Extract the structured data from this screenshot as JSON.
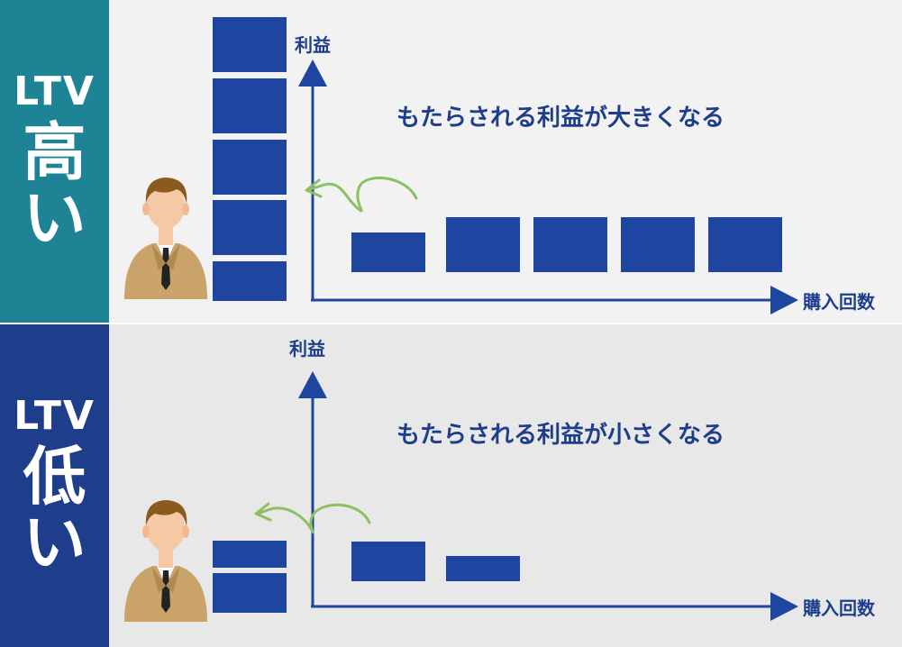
{
  "colors": {
    "block": "#1e46a0",
    "axis": "#1e46a0",
    "arrow_curve": "#8cc063",
    "high_label_bg": "#1f8396",
    "low_label_bg": "#1e3e8c",
    "high_bg": "#f2f2f2",
    "low_bg": "#e8e8e8"
  },
  "panels": {
    "high": {
      "label_ltv": "LTV",
      "label_kanji_1": "高",
      "label_kanji_2": "い",
      "y_axis_label": "利益",
      "x_axis_label": "購入回数",
      "message": "もたらされる利益が大きくなる"
    },
    "low": {
      "label_ltv": "LTV",
      "label_kanji_1": "低",
      "label_kanji_2": "い",
      "y_axis_label": "利益",
      "x_axis_label": "購入回数",
      "message": "もたらされる利益が小さくなる"
    }
  },
  "icons": {
    "customer": "businessman-icon",
    "return_arrow": "curved-arrow-icon"
  }
}
